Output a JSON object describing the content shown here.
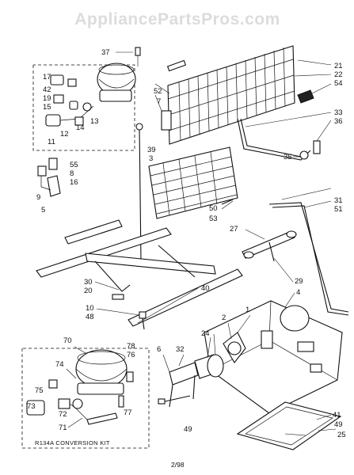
{
  "watermark": "AppliancePartsPros.com",
  "kit_label": "R134A CONVERSION KIT",
  "date_code": "2/98",
  "callouts": {
    "c37": "37",
    "c17": "17",
    "c42": "42",
    "c19": "19",
    "c15": "15",
    "c13": "13",
    "c14": "14",
    "c12": "12",
    "c11": "11",
    "c55": "55",
    "c8": "8",
    "c16": "16",
    "c9": "9",
    "c5": "5",
    "c52": "52",
    "c7": "7",
    "c39": "39",
    "c3": "3",
    "c21": "21",
    "c22": "22",
    "c54": "54",
    "c33": "33",
    "c36": "36",
    "c35": "35",
    "c31": "31",
    "c51": "51",
    "c50": "50",
    "c53": "53",
    "c27": "27",
    "c29": "29",
    "c4": "4",
    "c30": "30",
    "c20": "20",
    "c10": "10",
    "c48": "48",
    "c40": "40",
    "c70": "70",
    "c78": "78",
    "c74": "74",
    "c75": "75",
    "c73": "73",
    "c72": "72",
    "c76": "76",
    "c77": "77",
    "c71": "71",
    "c6": "6",
    "c32": "32",
    "c24": "24",
    "c2": "2",
    "c1": "1",
    "c41": "41",
    "c49a": "49",
    "c49b": "49",
    "c25": "25"
  }
}
